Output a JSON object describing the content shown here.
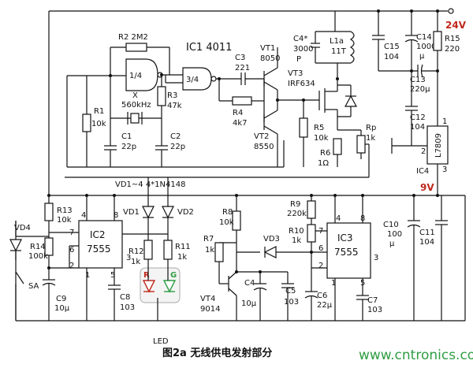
{
  "caption": "图2a  无线供电发射部分",
  "watermark": "www.cntronics.com",
  "power": {
    "v24": "24V",
    "v9": "9V"
  },
  "ic1": {
    "title": "IC1 4011",
    "gate1": "1/4",
    "gate2": "3/4"
  },
  "pins": {
    "p1": "1",
    "p2": "2",
    "p3": "3",
    "p4": "4",
    "p5": "5",
    "p6": "6",
    "p7": "7",
    "p8": "8"
  },
  "labels": {
    "r2": "R2 2M2",
    "r1": "R1",
    "r1v": "10k",
    "x": "X",
    "xv": "560kHz",
    "c1": "C1",
    "c1v": "22p",
    "r3": "R3",
    "r3v": "47k",
    "c2": "C2",
    "c2v": "22p",
    "c3": "C3",
    "c3v": "221",
    "r4": "R4",
    "r4v": "4k7",
    "vt1": "VT1",
    "vt1v": "8050",
    "vt2": "VT2",
    "vt2v": "8550",
    "vt3": "VT3",
    "vt3v": "IRF634",
    "r5": "R5",
    "r5v": "10k",
    "r6": "R6",
    "r6v": "1Ω",
    "rp": "Rp",
    "rpv": "1k",
    "c4": "C4*",
    "c4v": "3000",
    "c4u": "P",
    "l1": "L1a",
    "l1v": "11T",
    "c15": "C15",
    "c15v": "104",
    "c14": "C14",
    "c14v": "1000",
    "c14u": "μ",
    "r15": "R15",
    "r15v": "220",
    "c13": "C13",
    "c13v": "220μ",
    "c12": "C12",
    "c12v": "104",
    "l7809": "L7809",
    "ic4": "IC4",
    "c10": "C10",
    "c10v": "100",
    "c10u": "μ",
    "c11": "C11",
    "c11v": "104",
    "ic2": "IC2",
    "ic2chip": "7555",
    "c8": "C8",
    "c8v": "103",
    "r13": "R13",
    "r13v": "10k",
    "r14": "R14",
    "r14v": "100k",
    "c9": "C9",
    "c9v": "10μ",
    "vd4": "VD4",
    "sa": "SA",
    "vd_header": "VD1~4 4*1N4148",
    "vd1": "VD1",
    "vd2": "VD2",
    "r12": "R12",
    "r12v": "1k",
    "r11": "R11",
    "r11v": "1k",
    "led_r": "R",
    "led_g": "G",
    "led": "LED",
    "ic3": "IC3",
    "ic3chip": "7555",
    "c7": "C7",
    "c7v": "103",
    "r9": "R9",
    "r9v": "220k",
    "r10": "R10",
    "r10v": "1k",
    "c6": "C6",
    "c6v": "22μ",
    "vd3": "VD3",
    "r8": "R8",
    "r8v": "10k",
    "r7": "R7",
    "r7v": "1k",
    "vt4": "VT4",
    "vt4v": "9014",
    "c4b": "C4",
    "c4bv": "10μ",
    "c5": "C5",
    "c5v": "103"
  }
}
